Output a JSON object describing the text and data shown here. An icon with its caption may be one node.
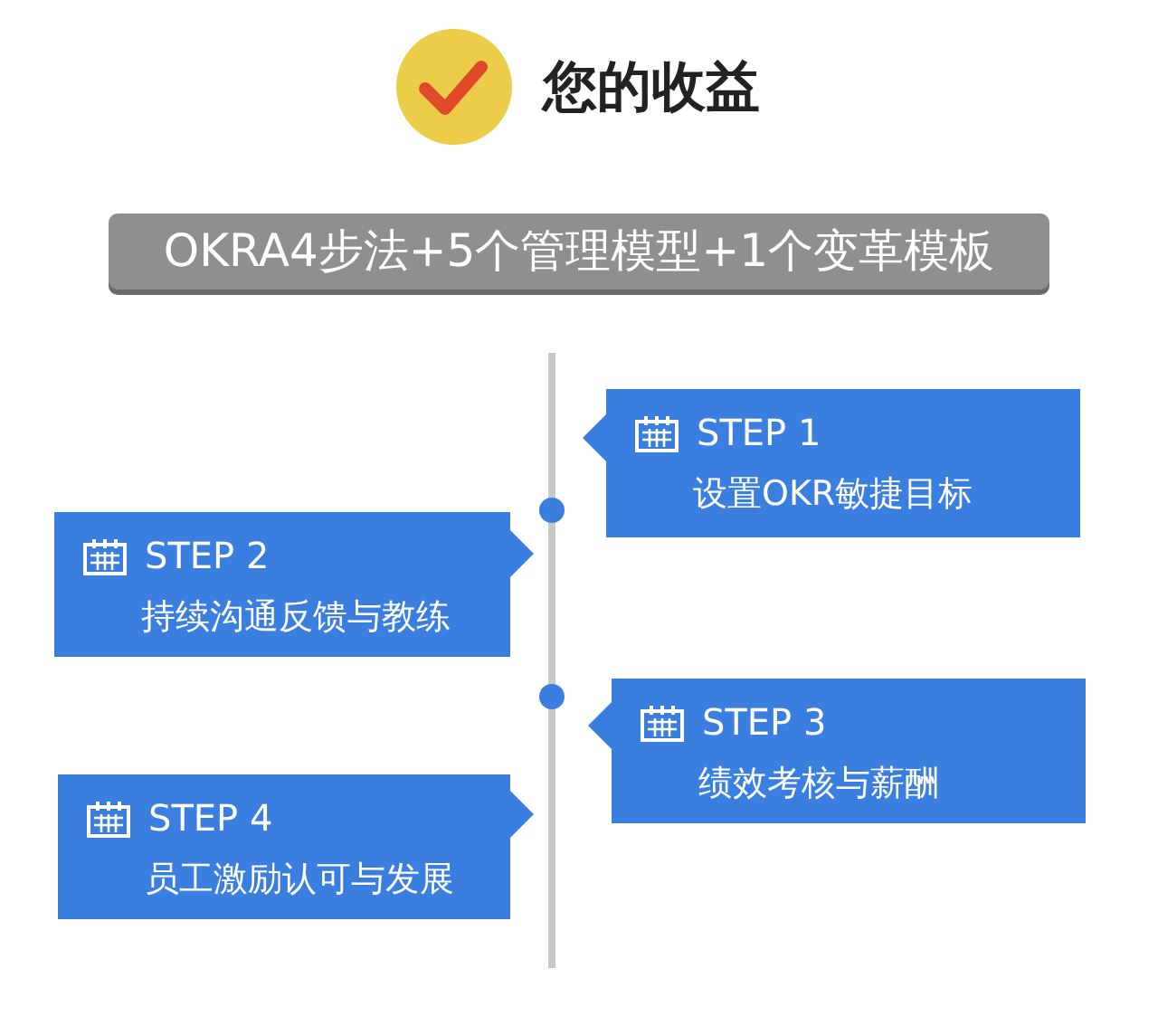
{
  "diagram": {
    "title": "您的收益",
    "nodes": [
      {
        "text": [
          "OKRA4步法+5个管理模型+1个变革模板"
        ]
      },
      {
        "text": [
          "STEP 1",
          "设置OKR敏捷目标"
        ]
      },
      {
        "text": [
          "STEP 2",
          "持续沟通反馈与教练"
        ]
      },
      {
        "text": [
          "STEP 3",
          "绩效考核与薪酬"
        ]
      },
      {
        "text": [
          "STEP 4",
          "员工激励认可与发展"
        ]
      }
    ],
    "edges": []
  }
}
